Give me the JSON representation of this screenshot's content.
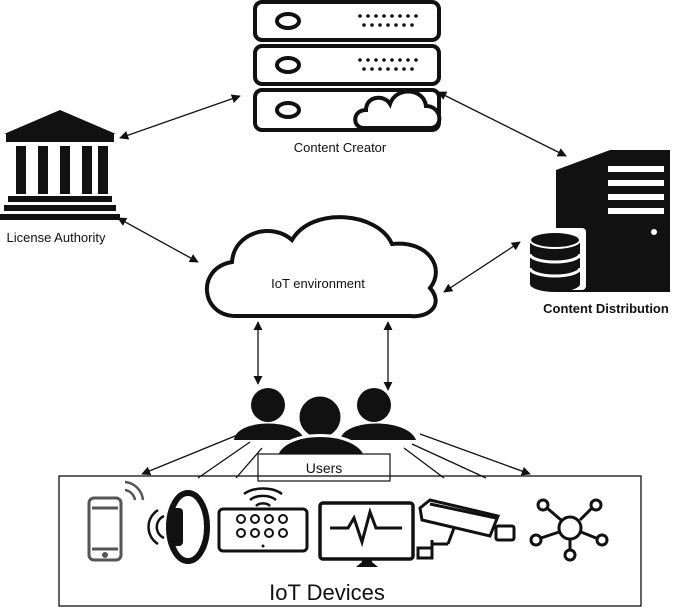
{
  "nodes": {
    "content_creator": {
      "label": "Content Creator"
    },
    "license_authority": {
      "label": "License Authority"
    },
    "content_distribution": {
      "label": "Content Distribution"
    },
    "iot_environment": {
      "label": "IoT environment"
    },
    "users": {
      "label": "Users"
    },
    "iot_devices": {
      "label": "IoT Devices"
    }
  },
  "device_icons": [
    "smartphone-icon",
    "wearable-band-icon",
    "smart-remote-icon",
    "heart-monitor-icon",
    "security-camera-icon",
    "network-hub-icon"
  ],
  "colors": {
    "stroke": "#111111",
    "fill": "#111111",
    "device_gray": "#555555",
    "background": "#ffffff"
  }
}
